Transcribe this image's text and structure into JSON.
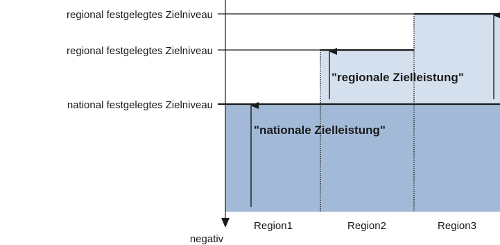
{
  "labels": {
    "level_top": "regional festgelegtes Zielniveau",
    "level_mid": "regional festgelegtes Zielniveau",
    "level_national": "national festgelegtes Zielniveau",
    "axis_bottom": "negativ",
    "national_target": "\"nationale Zielleistung\"",
    "regional_target": "\"regionale Zielleistung\""
  },
  "regions": [
    "Region1",
    "Region2",
    "Region3"
  ],
  "colors": {
    "national_fill": "#a2bad7",
    "regional_fill": "#d5e0ef",
    "line": "#1a1a1a"
  }
}
